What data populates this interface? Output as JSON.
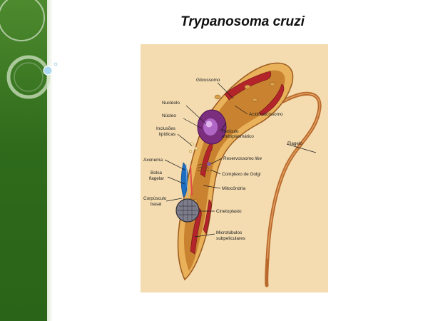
{
  "slide": {
    "title": "Trypanosoma cruzi"
  },
  "colors": {
    "sidebar_green": "#2f6b1b",
    "figure_background": "#f4dcb0",
    "cell_body": "#c9822f",
    "membrane": "#e9b25a",
    "mitochondria": "#b3242b",
    "nucleus": "#7b2d7e",
    "kinetoplast": "#7c7c8a",
    "flagellum": "#b9692b"
  },
  "diagram": {
    "labels": {
      "glicossomo": "Glicossomo",
      "nucleolo": "Nucléolo",
      "nucleo": "Núcleo",
      "inclusoes_1": "Inclusões",
      "inclusoes_2": "lipídicas",
      "acidocalcissomo": "Acidocalcissomo",
      "reticulo_1": "Retículo",
      "reticulo_2": "endoplasmático",
      "flagelo": "Flagelo",
      "reservossomo": "Reservossomo",
      "reservossomo_suffix": "like",
      "axonema": "Axonema",
      "bolsa_1": "Bolsa",
      "bolsa_2": "flagelar",
      "golgi": "Complexo de Golgi",
      "mitocondria": "Mitocôndria",
      "corpusculo_1": "Corpúsculo",
      "corpusculo_2": "basal",
      "cinetoplasto": "Cinetoplasto",
      "microtubulos_1": "Microtúbulos",
      "microtubulos_2": "subpeliculares"
    }
  }
}
